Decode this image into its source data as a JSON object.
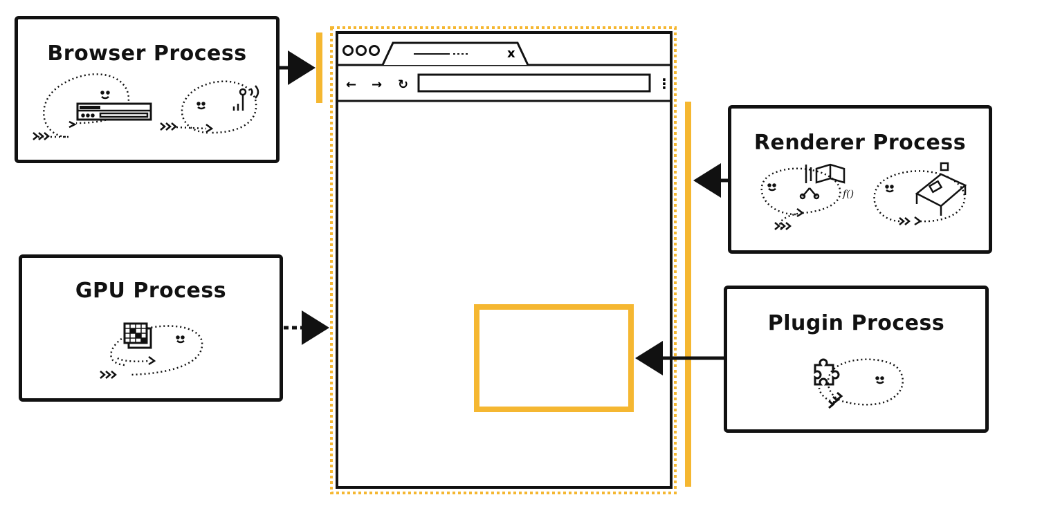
{
  "processes": {
    "browser": {
      "label": "Browser Process"
    },
    "renderer": {
      "label": "Renderer Process"
    },
    "gpu": {
      "label": "GPU Process"
    },
    "plugin": {
      "label": "Plugin Process"
    }
  },
  "browser_window": {
    "tab_close_glyph": "x",
    "back_glyph": "←",
    "forward_glyph": "→",
    "reload_glyph": "↻",
    "menu_glyph": "⋮"
  },
  "colors": {
    "accent": "#f5b731",
    "ink": "#111111"
  }
}
